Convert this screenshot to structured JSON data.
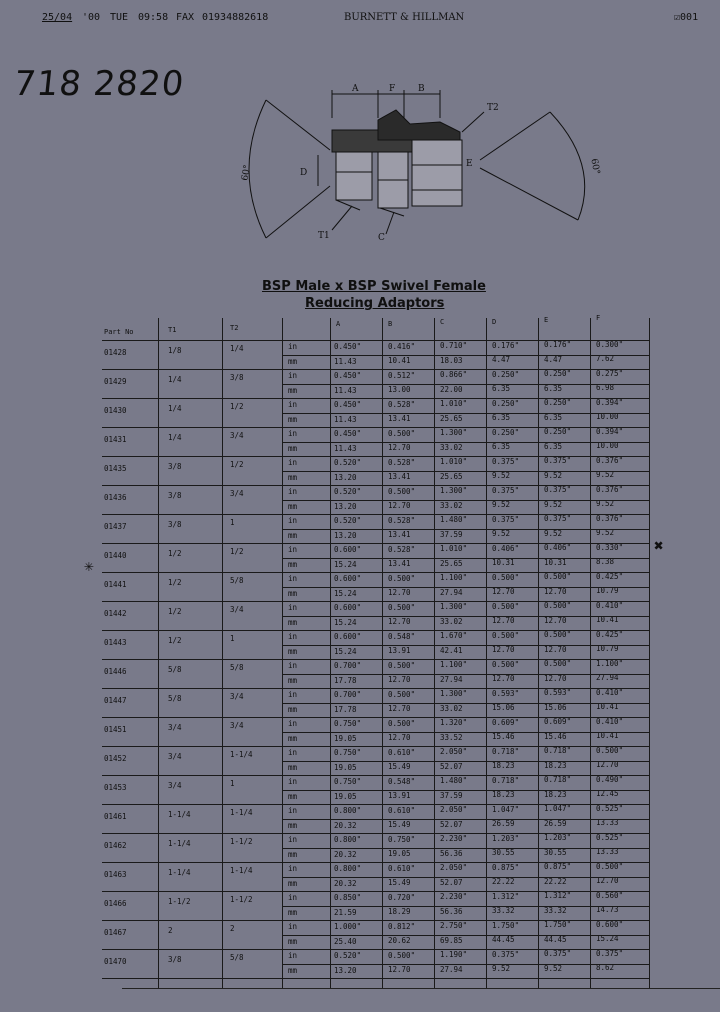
{
  "fax_header": {
    "date": "25/04",
    "year": "'00",
    "day": "TUE",
    "time": "09:58",
    "fax_label": "FAX",
    "fax_number": "01934882618",
    "company": "BURNETT & HILLMAN",
    "page_no": "001"
  },
  "handwritten_code": "718 2820",
  "drawing": {
    "labels": {
      "a": "A",
      "f": "F",
      "b": "B",
      "t2": "T2",
      "d": "D",
      "e": "E",
      "t1": "T1",
      "c": "C"
    },
    "angle_left": "60°",
    "angle_right": "60°"
  },
  "title": "BSP Male  x BSP Swivel Female",
  "subtitle": "Reducing Adaptors",
  "table": {
    "headers": {
      "part": "Part No",
      "t1": "T1",
      "t2": "T2",
      "a": "A",
      "b": "B",
      "c": "C",
      "d": "D",
      "e": "E",
      "f": "F"
    },
    "rows": [
      {
        "part": "01428",
        "t1": "1/8",
        "t2": "1/4",
        "in": {
          "u": "in",
          "a": "0.450\"",
          "b": "0.416\"",
          "c": "0.710\"",
          "d": "0.176\"",
          "e": "0.176\"",
          "f": "0.300\""
        },
        "mm": {
          "u": "mm",
          "a": "11.43",
          "b": "10.41",
          "c": "18.03",
          "d": "4.47",
          "e": "4.47",
          "f": "7.62"
        }
      },
      {
        "part": "01429",
        "t1": "1/4",
        "t2": "3/8",
        "in": {
          "u": "in",
          "a": "0.450\"",
          "b": "0.512\"",
          "c": "0.866\"",
          "d": "0.250\"",
          "e": "0.250\"",
          "f": "0.275\""
        },
        "mm": {
          "u": "mm",
          "a": "11.43",
          "b": "13.00",
          "c": "22.00",
          "d": "6.35",
          "e": "6.35",
          "f": "6.98"
        }
      },
      {
        "part": "01430",
        "t1": "1/4",
        "t2": "1/2",
        "in": {
          "u": "in",
          "a": "0.450\"",
          "b": "0.528\"",
          "c": "1.010\"",
          "d": "0.250\"",
          "e": "0.250\"",
          "f": "0.394\""
        },
        "mm": {
          "u": "mm",
          "a": "11.43",
          "b": "13.41",
          "c": "25.65",
          "d": "6.35",
          "e": "6.35",
          "f": "10.00"
        }
      },
      {
        "part": "01431",
        "t1": "1/4",
        "t2": "3/4",
        "in": {
          "u": "in",
          "a": "0.450\"",
          "b": "0.500\"",
          "c": "1.300\"",
          "d": "0.250\"",
          "e": "0.250\"",
          "f": "0.394\""
        },
        "mm": {
          "u": "mm",
          "a": "11.43",
          "b": "12.70",
          "c": "33.02",
          "d": "6.35",
          "e": "6.35",
          "f": "10.00"
        }
      },
      {
        "part": "01435",
        "t1": "3/8",
        "t2": "1/2",
        "in": {
          "u": "in",
          "a": "0.520\"",
          "b": "0.528\"",
          "c": "1.010\"",
          "d": "0.375\"",
          "e": "0.375\"",
          "f": "0.376\""
        },
        "mm": {
          "u": "mm",
          "a": "13.20",
          "b": "13.41",
          "c": "25.65",
          "d": "9.52",
          "e": "9.52",
          "f": "9.52"
        }
      },
      {
        "part": "01436",
        "t1": "3/8",
        "t2": "3/4",
        "in": {
          "u": "in",
          "a": "0.520\"",
          "b": "0.500\"",
          "c": "1.300\"",
          "d": "0.375\"",
          "e": "0.375\"",
          "f": "0.376\""
        },
        "mm": {
          "u": "mm",
          "a": "13.20",
          "b": "12.70",
          "c": "33.02",
          "d": "9.52",
          "e": "9.52",
          "f": "9.52"
        }
      },
      {
        "part": "01437",
        "t1": "3/8",
        "t2": "1",
        "in": {
          "u": "in",
          "a": "0.520\"",
          "b": "0.528\"",
          "c": "1.480\"",
          "d": "0.375\"",
          "e": "0.375\"",
          "f": "0.376\""
        },
        "mm": {
          "u": "mm",
          "a": "13.20",
          "b": "13.41",
          "c": "37.59",
          "d": "9.52",
          "e": "9.52",
          "f": "9.52"
        }
      },
      {
        "part": "01440",
        "t1": "1/2",
        "t2": "1/2",
        "in": {
          "u": "in",
          "a": "0.600\"",
          "b": "0.528\"",
          "c": "1.010\"",
          "d": "0.406\"",
          "e": "0.406\"",
          "f": "0.330\""
        },
        "mm": {
          "u": "mm",
          "a": "15.24",
          "b": "13.41",
          "c": "25.65",
          "d": "10.31",
          "e": "10.31",
          "f": "8.38"
        }
      },
      {
        "part": "01441",
        "t1": "1/2",
        "t2": "5/8",
        "in": {
          "u": "in",
          "a": "0.600\"",
          "b": "0.500\"",
          "c": "1.100\"",
          "d": "0.500\"",
          "e": "0.500\"",
          "f": "0.425\""
        },
        "mm": {
          "u": "mm",
          "a": "15.24",
          "b": "12.70",
          "c": "27.94",
          "d": "12.70",
          "e": "12.70",
          "f": "10.79"
        }
      },
      {
        "part": "01442",
        "t1": "1/2",
        "t2": "3/4",
        "in": {
          "u": "in",
          "a": "0.600\"",
          "b": "0.500\"",
          "c": "1.300\"",
          "d": "0.500\"",
          "e": "0.500\"",
          "f": "0.410\""
        },
        "mm": {
          "u": "mm",
          "a": "15.24",
          "b": "12.70",
          "c": "33.02",
          "d": "12.70",
          "e": "12.70",
          "f": "10.41"
        }
      },
      {
        "part": "01443",
        "t1": "1/2",
        "t2": "1",
        "in": {
          "u": "in",
          "a": "0.600\"",
          "b": "0.548\"",
          "c": "1.670\"",
          "d": "0.500\"",
          "e": "0.500\"",
          "f": "0.425\""
        },
        "mm": {
          "u": "mm",
          "a": "15.24",
          "b": "13.91",
          "c": "42.41",
          "d": "12.70",
          "e": "12.70",
          "f": "10.79"
        }
      },
      {
        "part": "01446",
        "t1": "5/8",
        "t2": "5/8",
        "in": {
          "u": "in",
          "a": "0.700\"",
          "b": "0.500\"",
          "c": "1.100\"",
          "d": "0.500\"",
          "e": "0.500\"",
          "f": "1.100\""
        },
        "mm": {
          "u": "mm",
          "a": "17.78",
          "b": "12.70",
          "c": "27.94",
          "d": "12.70",
          "e": "12.70",
          "f": "27.94"
        }
      },
      {
        "part": "01447",
        "t1": "5/8",
        "t2": "3/4",
        "in": {
          "u": "in",
          "a": "0.700\"",
          "b": "0.500\"",
          "c": "1.300\"",
          "d": "0.593\"",
          "e": "0.593\"",
          "f": "0.410\""
        },
        "mm": {
          "u": "mm",
          "a": "17.78",
          "b": "12.70",
          "c": "33.02",
          "d": "15.06",
          "e": "15.06",
          "f": "10.41"
        }
      },
      {
        "part": "01451",
        "t1": "3/4",
        "t2": "3/4",
        "in": {
          "u": "in",
          "a": "0.750\"",
          "b": "0.500\"",
          "c": "1.320\"",
          "d": "0.609\"",
          "e": "0.609\"",
          "f": "0.410\""
        },
        "mm": {
          "u": "mm",
          "a": "19.05",
          "b": "12.70",
          "c": "33.52",
          "d": "15.46",
          "e": "15.46",
          "f": "10.41"
        }
      },
      {
        "part": "01452",
        "t1": "3/4",
        "t2": "1-1/4",
        "in": {
          "u": "in",
          "a": "0.750\"",
          "b": "0.610\"",
          "c": "2.050\"",
          "d": "0.718\"",
          "e": "0.718\"",
          "f": "0.500\""
        },
        "mm": {
          "u": "mm",
          "a": "19.05",
          "b": "15.49",
          "c": "52.07",
          "d": "18.23",
          "e": "18.23",
          "f": "12.70"
        }
      },
      {
        "part": "01453",
        "t1": "3/4",
        "t2": "1",
        "in": {
          "u": "in",
          "a": "0.750\"",
          "b": "0.548\"",
          "c": "1.480\"",
          "d": "0.718\"",
          "e": "0.718\"",
          "f": "0.490\""
        },
        "mm": {
          "u": "mm",
          "a": "19.05",
          "b": "13.91",
          "c": "37.59",
          "d": "18.23",
          "e": "18.23",
          "f": "12.45"
        }
      },
      {
        "part": "01461",
        "t1": "1-1/4",
        "t2": "1-1/4",
        "in": {
          "u": "in",
          "a": "0.800\"",
          "b": "0.610\"",
          "c": "2.050\"",
          "d": "1.047\"",
          "e": "1.047\"",
          "f": "0.525\""
        },
        "mm": {
          "u": "mm",
          "a": "20.32",
          "b": "15.49",
          "c": "52.07",
          "d": "26.59",
          "e": "26.59",
          "f": "13.33"
        }
      },
      {
        "part": "01462",
        "t1": "1-1/4",
        "t2": "1-1/2",
        "in": {
          "u": "in",
          "a": "0.800\"",
          "b": "0.750\"",
          "c": "2.230\"",
          "d": "1.203\"",
          "e": "1.203\"",
          "f": "0.525\""
        },
        "mm": {
          "u": "mm",
          "a": "20.32",
          "b": "19.05",
          "c": "56.36",
          "d": "30.55",
          "e": "30.55",
          "f": "13.33"
        }
      },
      {
        "part": "01463",
        "t1": "1-1/4",
        "t2": "1-1/4",
        "in": {
          "u": "in",
          "a": "0.800\"",
          "b": "0.610\"",
          "c": "2.050\"",
          "d": "0.875\"",
          "e": "0.875\"",
          "f": "0.500\""
        },
        "mm": {
          "u": "mm",
          "a": "20.32",
          "b": "15.49",
          "c": "52.07",
          "d": "22.22",
          "e": "22.22",
          "f": "12.70"
        }
      },
      {
        "part": "01466",
        "t1": "1-1/2",
        "t2": "1-1/2",
        "in": {
          "u": "in",
          "a": "0.850\"",
          "b": "0.720\"",
          "c": "2.230\"",
          "d": "1.312\"",
          "e": "1.312\"",
          "f": "0.560\""
        },
        "mm": {
          "u": "mm",
          "a": "21.59",
          "b": "18.29",
          "c": "56.36",
          "d": "33.32",
          "e": "33.32",
          "f": "14.73"
        }
      },
      {
        "part": "01467",
        "t1": "2",
        "t2": "2",
        "in": {
          "u": "in",
          "a": "1.000\"",
          "b": "0.812\"",
          "c": "2.750\"",
          "d": "1.750\"",
          "e": "1.750\"",
          "f": "0.600\""
        },
        "mm": {
          "u": "mm",
          "a": "25.40",
          "b": "20.62",
          "c": "69.85",
          "d": "44.45",
          "e": "44.45",
          "f": "15.24"
        }
      },
      {
        "part": "01470",
        "t1": "3/8",
        "t2": "5/8",
        "in": {
          "u": "in",
          "a": "0.520\"",
          "b": "0.500\"",
          "c": "1.190\"",
          "d": "0.375\"",
          "e": "0.375\"",
          "f": "0.375\""
        },
        "mm": {
          "u": "mm",
          "a": "13.20",
          "b": "12.70",
          "c": "27.94",
          "d": "9.52",
          "e": "9.52",
          "f": "8.62"
        }
      }
    ]
  }
}
